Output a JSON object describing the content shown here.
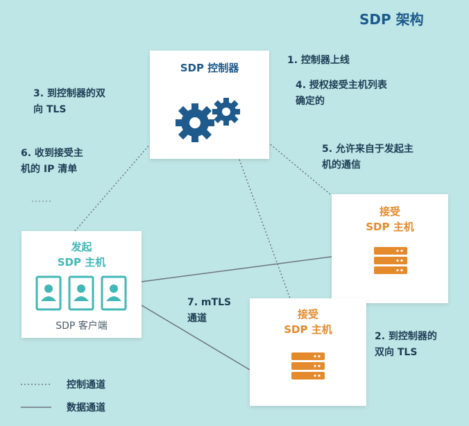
{
  "title": "SDP 架构",
  "controller": {
    "title": "SDP 控制器",
    "icon": "gears-icon"
  },
  "initiating_host": {
    "title_line1": "发起",
    "title_line2": "SDP 主机",
    "client_label": "SDP 客户端",
    "icon": "user-cards-icon"
  },
  "accepting_host_1": {
    "title_line1": "接受",
    "title_line2": "SDP 主机",
    "icon": "server-icon"
  },
  "accepting_host_2": {
    "title_line1": "接受",
    "title_line2": "SDP 主机",
    "icon": "server-icon"
  },
  "notes": {
    "step1": "1. 控制器上线",
    "step4_line1": "4. 授权接受主机列表",
    "step4_line2": "确定的",
    "step3_line1": "3. 到控制器的双",
    "step3_line2": "向 TLS",
    "step6_line1": "6. 收到接受主",
    "step6_line2": "机的 IP 清单",
    "step5_line1": "5. 允许来自于发起主",
    "step5_line2": "机的通信",
    "step7_line1": "7. mTLS",
    "step7_line2": "通道",
    "step2_line1": "2. 到控制器的",
    "step2_line2": "双向 TLS"
  },
  "legend": {
    "control_channel": "控制通道",
    "data_channel": "数据通道"
  },
  "colors": {
    "background": "#bfe6e6",
    "controller_blue": "#1f5a8c",
    "initiator_teal": "#42b7b7",
    "acceptor_orange": "#e58a2c",
    "line_gray": "#6a7480"
  }
}
